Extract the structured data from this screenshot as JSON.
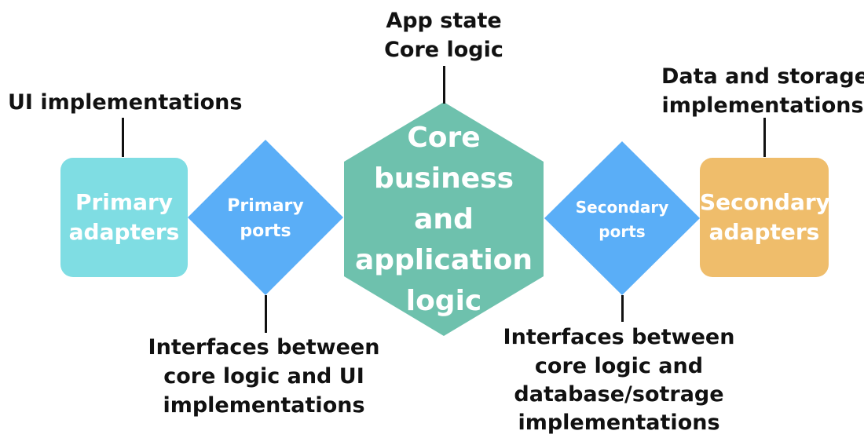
{
  "colors": {
    "primary_adapter": "#7FDDE3",
    "port": "#5AAEF7",
    "core": "#6EC1AD",
    "secondary_adapter": "#EFBD6B",
    "line": "#111111",
    "text_dark": "#111111",
    "text_light": "#ffffff"
  },
  "core": {
    "top_annotation_line1": "App state",
    "top_annotation_line2": "Core logic",
    "label_line1": "Core",
    "label_line2": "business",
    "label_line3": "and",
    "label_line4": "application",
    "label_line5": "logic"
  },
  "primary_adapters": {
    "annotation": "UI implementations",
    "label_line1": "Primary",
    "label_line2": "adapters"
  },
  "primary_ports": {
    "label_line1": "Primary",
    "label_line2": "ports",
    "annotation_line1": "Interfaces between",
    "annotation_line2": "core logic and UI",
    "annotation_line3": "implementations"
  },
  "secondary_ports": {
    "label_line1": "Secondary",
    "label_line2": "ports",
    "annotation_line1": "Interfaces between",
    "annotation_line2": "core logic and",
    "annotation_line3": "database/sotrage",
    "annotation_line4": "implementations"
  },
  "secondary_adapters": {
    "annotation_line1": "Data and storage",
    "annotation_line2": "implementations",
    "label_line1": "Secondary",
    "label_line2": "adapters"
  }
}
